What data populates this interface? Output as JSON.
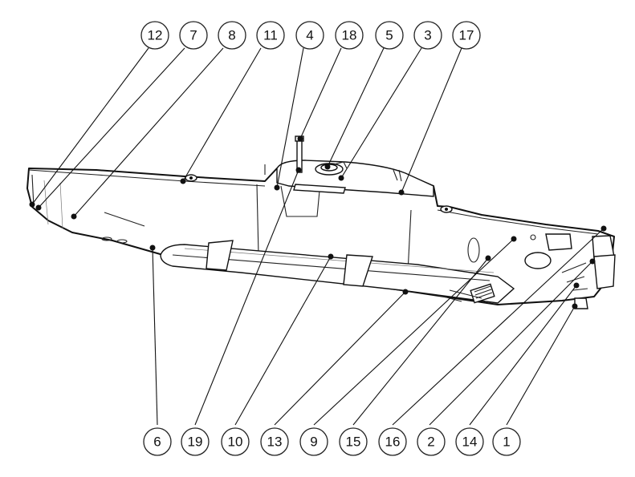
{
  "diagram": {
    "callouts_top": [
      {
        "id": "c12",
        "label": "12"
      },
      {
        "id": "c7",
        "label": "7"
      },
      {
        "id": "c8",
        "label": "8"
      },
      {
        "id": "c11",
        "label": "11"
      },
      {
        "id": "c4",
        "label": "4"
      },
      {
        "id": "c18",
        "label": "18"
      },
      {
        "id": "c5",
        "label": "5"
      },
      {
        "id": "c3",
        "label": "3"
      },
      {
        "id": "c17",
        "label": "17"
      }
    ],
    "callouts_bottom": [
      {
        "id": "c6",
        "label": "6"
      },
      {
        "id": "c19",
        "label": "19"
      },
      {
        "id": "c10",
        "label": "10"
      },
      {
        "id": "c13",
        "label": "13"
      },
      {
        "id": "c9",
        "label": "9"
      },
      {
        "id": "c15",
        "label": "15"
      },
      {
        "id": "c16",
        "label": "16"
      },
      {
        "id": "c2",
        "label": "2"
      },
      {
        "id": "c14",
        "label": "14"
      },
      {
        "id": "c1",
        "label": "1"
      }
    ],
    "colors": {
      "line": "#111111",
      "background": "#ffffff"
    }
  }
}
